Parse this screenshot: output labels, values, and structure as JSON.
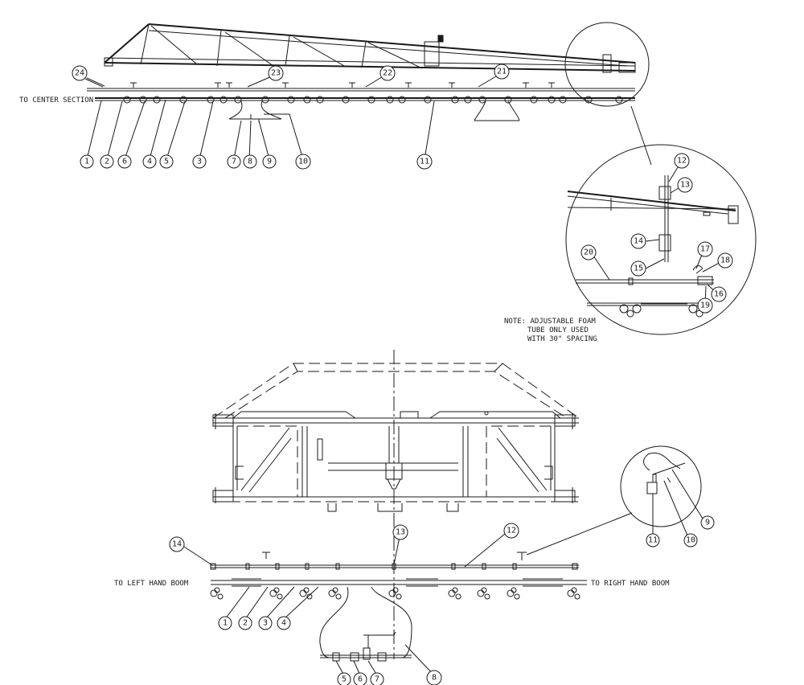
{
  "upper_view": {
    "center_label": "TO CENTER SECTION",
    "callouts": [
      "1",
      "2",
      "6",
      "4",
      "5",
      "3",
      "7",
      "8",
      "9",
      "10",
      "11",
      "24",
      "23",
      "22",
      "21"
    ]
  },
  "detail_view": {
    "callouts": [
      "12",
      "13",
      "14",
      "15",
      "17",
      "18",
      "16",
      "19",
      "20"
    ],
    "note_lines": [
      "NOTE: ADJUSTABLE FOAM",
      "TUBE ONLY USED",
      "WITH 30\" SPACING"
    ]
  },
  "lower_view": {
    "left_label": "TO LEFT HAND BOOM",
    "right_label": "TO RIGHT HAND BOOM",
    "callouts": [
      "14",
      "13",
      "12",
      "1",
      "2",
      "3",
      "4",
      "5",
      "6",
      "7",
      "8",
      "9",
      "10",
      "11"
    ]
  },
  "colors": {
    "ink": "#1a1a1a",
    "paper": "#ffffff"
  }
}
